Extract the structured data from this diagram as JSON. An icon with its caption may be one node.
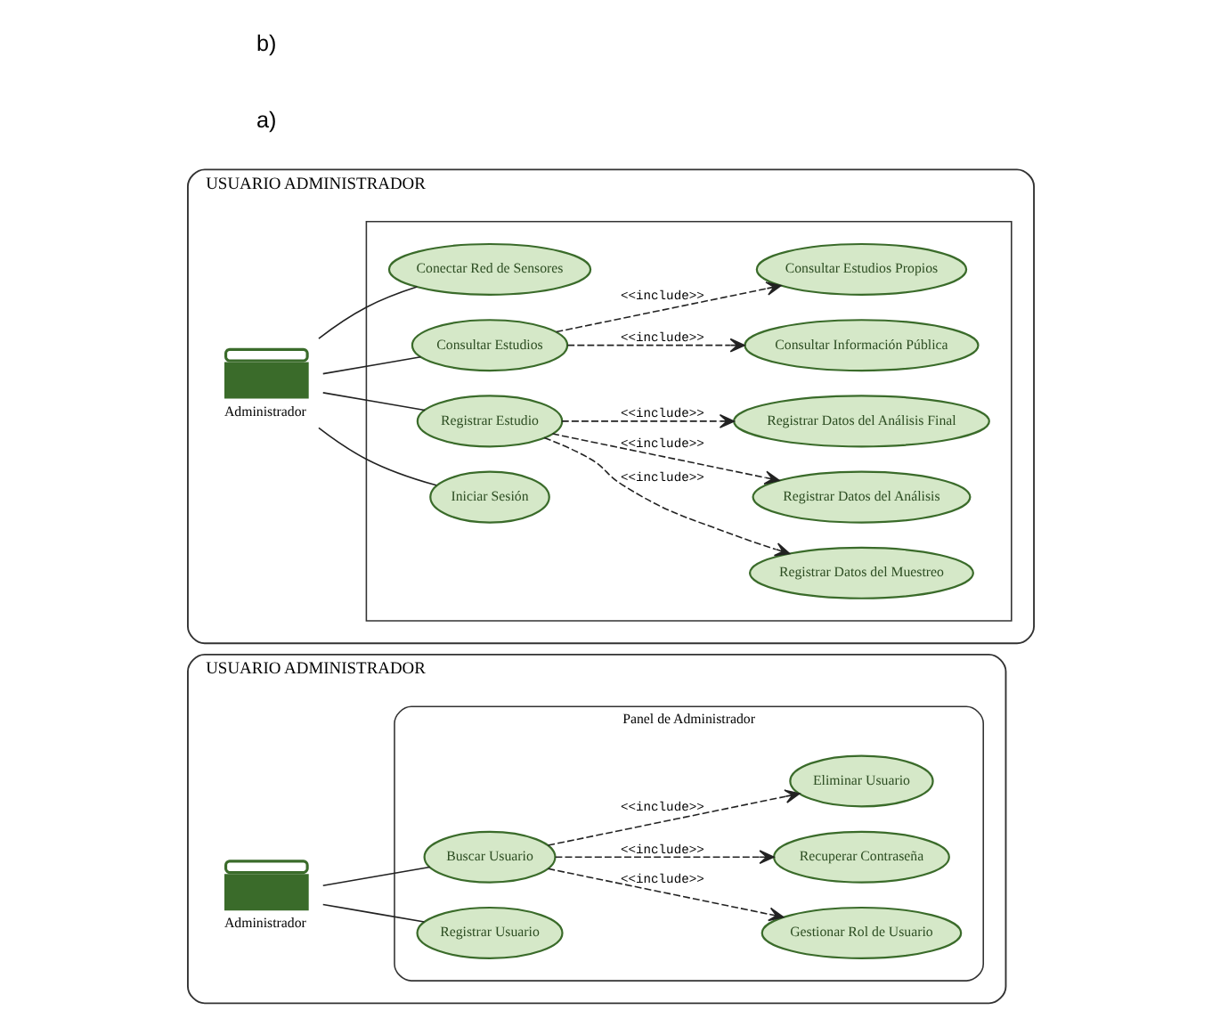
{
  "diagram": {
    "nodes": [
      {
        "text": [
          "USUARIO ADMINISTRADOR"
        ]
      },
      {
        "text": [
          "Panel de Administrador"
        ],
        "in": 0
      },
      {
        "text": [
          "Administrador"
        ],
        "in": 0
      },
      {
        "text": [
          "Registrar Usuario"
        ],
        "in": 1
      },
      {
        "text": [
          "Gestionar Rol de Usuario"
        ],
        "in": 1
      },
      {
        "text": [
          "Buscar Usuario"
        ],
        "in": 1
      },
      {
        "text": [
          "Recuperar Contraseña"
        ],
        "in": 1
      },
      {
        "text": [
          "Eliminar Usuario"
        ],
        "in": 1
      },
      {
        "text": [
          "USUARIO ADMINISTRADOR"
        ]
      },
      {
        "text": [],
        "shape": "box",
        "in": 8
      },
      {
        "text": [
          "Administrador"
        ],
        "in": 8
      },
      {
        "text": [
          "Iniciar Sesión"
        ],
        "in": 9
      },
      {
        "text": [
          "Registrar Datos del Muestreo"
        ],
        "in": 9
      },
      {
        "text": [
          "Registrar Estudio"
        ],
        "in": 9
      },
      {
        "text": [
          "Registrar Datos del Análisis"
        ],
        "in": 9
      },
      {
        "text": [
          "Registrar Datos del Análisis Final"
        ],
        "in": 9
      },
      {
        "text": [
          "Consultar Estudios Propios"
        ],
        "in": 9
      },
      {
        "text": [
          "Consultar Estudios"
        ],
        "in": 9
      },
      {
        "text": [
          "Consultar Información Pública"
        ],
        "in": 9
      },
      {
        "text": [
          "Conectar Red de Sensores"
        ],
        "in": 9
      }
    ],
    "edges": [
      {
        "from": 2,
        "to": 3,
        "arrow": "none"
      },
      {
        "from": 2,
        "to": 5,
        "arrow": "none"
      },
      {
        "from": 5,
        "to": 4,
        "arrow": "to",
        "style": "dashed",
        "label": "<<include>>"
      },
      {
        "from": 5,
        "to": 6,
        "arrow": "to",
        "style": "dashed",
        "label": "<<include>>"
      },
      {
        "from": 5,
        "to": 7,
        "arrow": "to",
        "style": "dashed",
        "label": "<<include>>"
      },
      {
        "from": 10,
        "to": 11,
        "arrow": "none"
      },
      {
        "from": 10,
        "to": 13,
        "arrow": "none"
      },
      {
        "from": 10,
        "to": 17,
        "arrow": "none"
      },
      {
        "from": 10,
        "to": 19,
        "arrow": "none"
      },
      {
        "from": 13,
        "to": 12,
        "arrow": "to",
        "style": "dashed",
        "label": "<<include>>"
      },
      {
        "from": 13,
        "to": 14,
        "arrow": "to",
        "style": "dashed",
        "label": "<<include>>"
      },
      {
        "from": 13,
        "to": 15,
        "arrow": "to",
        "style": "dashed",
        "label": "<<include>>"
      },
      {
        "from": 17,
        "to": 16,
        "arrow": "to",
        "style": "dashed",
        "label": "<<include>>"
      },
      {
        "from": 17,
        "to": 18,
        "arrow": "to",
        "style": "dashed",
        "label": "<<include>>"
      }
    ],
    "labels": [
      "a)",
      "b)"
    ]
  }
}
